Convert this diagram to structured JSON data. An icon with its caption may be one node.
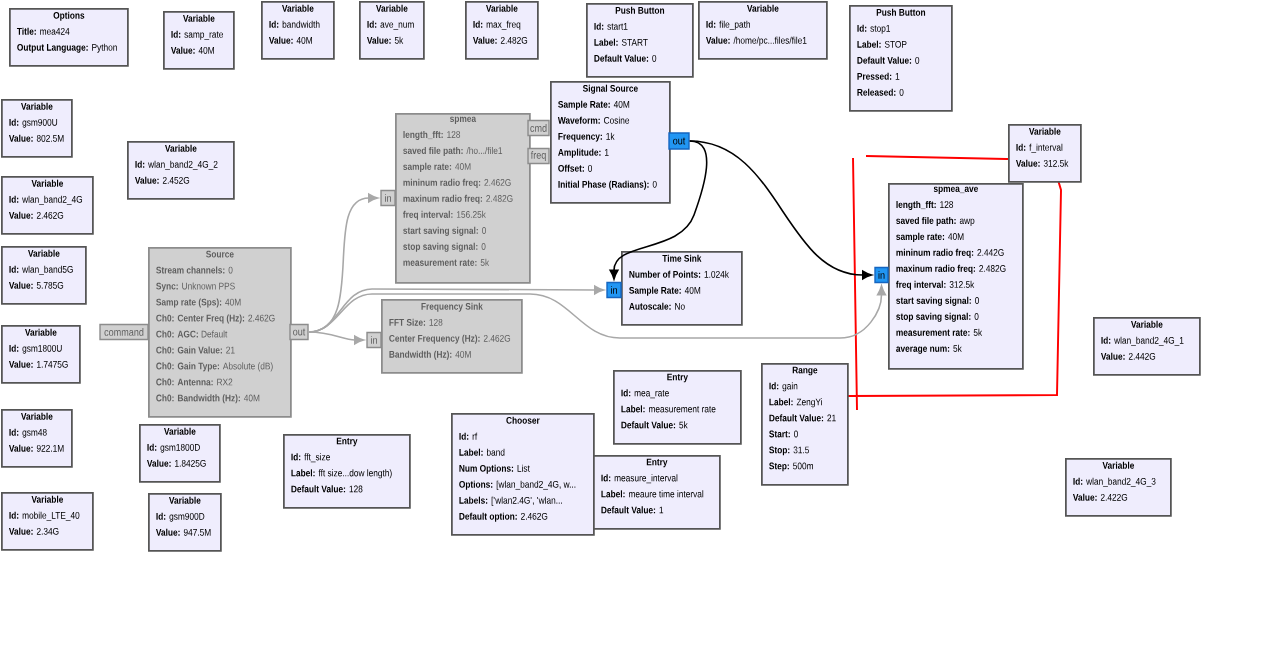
{
  "diagram": {
    "nodes": [
      {
        "text": [
          "Options",
          "**Title:** mea424",
          "**Output Language:** Python"
        ]
      },
      {
        "text": [
          "Variable",
          "**Id:** samp_rate",
          "**Value:** 40M"
        ]
      },
      {
        "text": [
          "Variable",
          "**Id:** bandwidth",
          "**Value:** 40M"
        ]
      },
      {
        "text": [
          "Variable",
          "**Id:** ave_num",
          "**Value:** 5k"
        ]
      },
      {
        "text": [
          "Variable",
          "**Id:** max_freq",
          "**Value:** 2.482G"
        ]
      },
      {
        "text": [
          "Push Button",
          "**Id:** start1",
          "**Label:** START",
          "**Default Value:** 0"
        ]
      },
      {
        "text": [
          "Variable",
          "**Id:** file_path",
          "**Value:** /home/pc...files/file1"
        ]
      },
      {
        "text": [
          "Push Button",
          "**Id:** stop1",
          "**Label:** STOP",
          "**Default Value:** 0",
          "**Pressed:** 1",
          "**Released:** 0"
        ]
      },
      {
        "text": [
          "Variable",
          "**Id:** gsm900U",
          "**Value:** 802.5M"
        ]
      },
      {
        "text": [
          "Variable",
          "**Id:** wlan_band2_4G_2",
          "**Value:** 2.452G"
        ]
      },
      {
        "text": [
          "Variable",
          "**Id:** wlan_band2_4G",
          "**Value:** 2.462G"
        ]
      },
      {
        "text": [
          "spmea",
          "**length_fft:** 128",
          "**saved file path:** /ho.../file1",
          "**sample rate:** 40M",
          "**mininum radio freq:** 2.462G",
          "**maxinum radio freq:** 2.482G",
          "**freq interval:** 156.25k",
          "**start saving signal:** 0",
          "**stop saving signal:** 0",
          "**measurement rate:** 5k"
        ]
      },
      {
        "text": [
          "Signal Source",
          "**Sample Rate:** 40M",
          "**Waveform:** Cosine",
          "**Frequency:** 1k",
          "**Amplitude:** 1",
          "**Offset:** 0",
          "**Initial Phase (Radians):** 0"
        ]
      },
      {
        "text": [
          "Variable",
          "**Id:** f_interval",
          "**Value:** 312.5k"
        ]
      },
      {
        "text": [
          "spmea_ave",
          "**length_fft:** 128",
          "**saved file path:** awp",
          "**sample rate:** 40M",
          "**mininum radio freq:** 2.442G",
          "**maxinum radio freq:** 2.482G",
          "**freq interval:** 312.5k",
          "**start saving signal:** 0",
          "**stop saving signal:** 0",
          "**measurement rate:** 5k",
          "**average num:** 5k"
        ]
      },
      {
        "text": [
          "Source",
          "**Stream channels:** 0",
          "**Sync:** Unknown PPS",
          "**Samp rate (Sps):** 40M",
          "**Ch0: Center Freq (Hz):** 2.462G",
          "**Ch0: AGC:** Default",
          "**Ch0: Gain Value:** 21",
          "**Ch0: Gain Type:** Absolute (dB)",
          "**Ch0: Antenna:** RX2",
          "**Ch0: Bandwidth (Hz):** 40M"
        ]
      },
      {
        "text": [
          "Variable",
          "**Id:** wlan_band5G",
          "**Value:** 5.785G"
        ]
      },
      {
        "text": [
          "Frequency Sink",
          "**FFT Size:** 128",
          "**Center Frequency (Hz):** 2.462G",
          "**Bandwidth (Hz):** 40M"
        ]
      },
      {
        "text": [
          "Time Sink",
          "**Number of Points:** 1.024k",
          "**Sample Rate:** 40M",
          "**Autoscale:** No"
        ]
      },
      {
        "text": [
          "Variable",
          "**Id:** wlan_band2_4G_1",
          "**Value:** 2.442G"
        ]
      },
      {
        "text": [
          "Variable",
          "**Id:** gsm1800U",
          "**Value:** 1.7475G"
        ]
      },
      {
        "text": [
          "Entry",
          "**Id:** mea_rate",
          "**Label:** measurement rate",
          "**Default Value:** 5k"
        ]
      },
      {
        "text": [
          "Range",
          "**Id:** gain",
          "**Label:** ZengYi",
          "**Default Value:** 21",
          "**Start:** 0",
          "**Stop:** 31.5",
          "**Step:** 500m"
        ]
      },
      {
        "text": [
          "Variable",
          "**Id:** gsm48",
          "**Value:** 922.1M"
        ]
      },
      {
        "text": [
          "Variable",
          "**Id:** gsm1800D",
          "**Value:** 1.8425G"
        ]
      },
      {
        "text": [
          "Entry",
          "**Id:** fft_size",
          "**Label:** fft size...dow length)",
          "**Default Value:** 128"
        ]
      },
      {
        "text": [
          "Chooser",
          "**Id:** rf",
          "**Label:** band",
          "**Num Options:** List",
          "**Options:** [wlan_band2_4G, w...",
          "**Labels:** ['wlan2.4G', 'wlan...",
          "**Default option:** 2.462G"
        ]
      },
      {
        "text": [
          "Entry",
          "**Id:** measure_interval",
          "**Label:** meaure time interval",
          "**Default Value:** 1"
        ]
      },
      {
        "text": [
          "Variable",
          "**Id:** wlan_band2_4G_3",
          "**Value:** 2.422G"
        ]
      },
      {
        "text": [
          "Variable",
          "**Id:** mobile_LTE_40",
          "**Value:** 2.34G"
        ]
      },
      {
        "text": [
          "Variable",
          "**Id:** gsm900D",
          "**Value:** 947.5M"
        ]
      },
      {
        "text": [
          "cmd"
        ]
      },
      {
        "text": [
          "freq"
        ]
      },
      {
        "text": [
          "in"
        ]
      },
      {
        "text": [
          "out"
        ]
      },
      {
        "text": [
          "command"
        ]
      },
      {
        "text": [
          "out"
        ]
      },
      {
        "text": [
          "in"
        ]
      },
      {
        "text": [
          "in"
        ]
      },
      {
        "text": [
          "in"
        ]
      }
    ],
    "edges": [
      {
        "from": 36,
        "to": 33,
        "arrow": "to"
      },
      {
        "from": 36,
        "to": 37,
        "arrow": "to"
      },
      {
        "from": 36,
        "to": 38,
        "arrow": "to"
      },
      {
        "from": 36,
        "to": 39,
        "arrow": "to"
      },
      {
        "from": 34,
        "to": 38,
        "arrow": "to",
        "color": "#000000"
      },
      {
        "from": 34,
        "to": 39,
        "arrow": "to",
        "color": "#000000"
      }
    ]
  }
}
